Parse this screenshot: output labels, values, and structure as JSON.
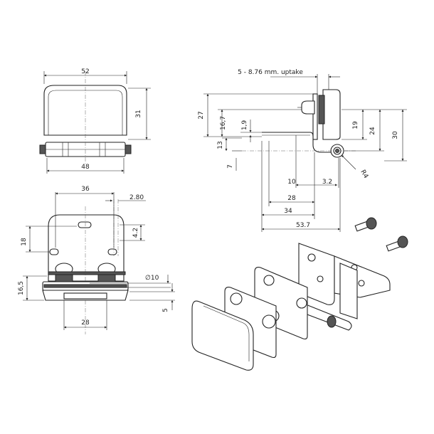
{
  "dimensions": {
    "front_width": "52",
    "front_height": "31",
    "front_base_width": "48",
    "bottom_hole_spacing": "36",
    "bottom_pin_offset": "2.80",
    "bottom_slot_height": "4.2",
    "bottom_left_height": "18",
    "bottom_base_height": "16,5",
    "bottom_diameter": "∅10",
    "bottom_right_height": "5",
    "bottom_pad_width": "28",
    "side_uptake": "5 - 8.76 mm. uptake",
    "side_height_27": "27",
    "side_height_16_7": "16,7",
    "side_height_1_9": "1,9",
    "side_height_13": "13",
    "side_height_7": "7",
    "side_height_19": "19",
    "side_height_24": "24",
    "side_height_30": "30",
    "side_radius": "R4",
    "side_len_10": "10",
    "side_len_3_2": "3.2",
    "side_len_28": "28",
    "side_len_34": "34",
    "side_len_53_7": "53.7"
  }
}
